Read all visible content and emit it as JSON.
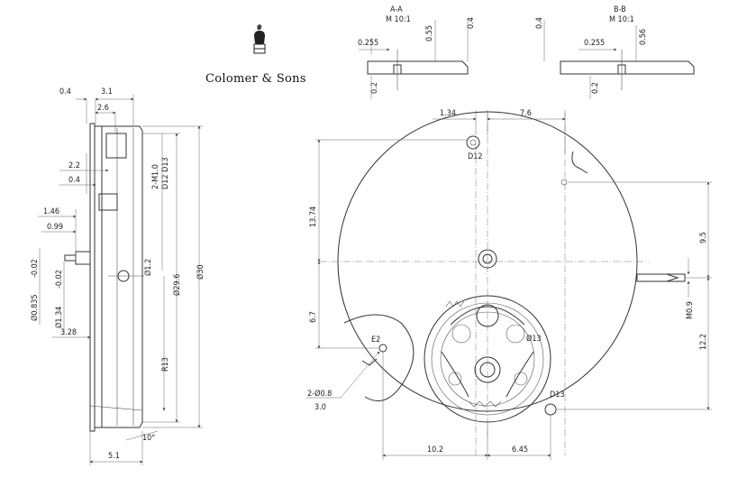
{
  "brand": {
    "name": "Colomer & Sons",
    "logo_icon": "crest-bell-icon"
  },
  "sections": {
    "aa": {
      "title": "A-A",
      "scale": "M 10:1",
      "dims": {
        "d1": "0.255",
        "d2": "0.55",
        "d3": "0.4",
        "d4": "0.2"
      }
    },
    "bb": {
      "title": "B-B",
      "scale": "M 10:1",
      "dims": {
        "d1": "0.255",
        "d2": "0.56",
        "d3": "0.4",
        "d4": "0.2"
      }
    }
  },
  "side_view": {
    "dims": {
      "t04": "0.4",
      "t31": "3.1",
      "t26": "2.6",
      "m10": "2-M1.0",
      "d13": "D12 D13",
      "t22": "2.2",
      "t04b": "0.4",
      "t146": "1.46",
      "t099": "0.99",
      "phi0835": "Ø0.835",
      "tol0835": "-0.02",
      "phi134": "Ø1.34",
      "tol134": "-0.02",
      "t328": "3.28",
      "phi12": "Ø1.2",
      "phi296": "Ø29.6",
      "phi30": "Ø30",
      "r13": "R13",
      "t51": "5.1",
      "angle10": "10°"
    }
  },
  "front_view": {
    "dims": {
      "t134": "1.34",
      "t76": "7.6",
      "d12": "D12",
      "t1374": "13.74",
      "t95": "9.5",
      "t67": "6.7",
      "m09": "M0.9",
      "t122": "12.2",
      "e2": "E2",
      "phi08": "2-Ø0.8",
      "depth30": "3.0",
      "d13": "Ø13",
      "d13b": "D13",
      "t102": "10.2",
      "t645": "6.45"
    }
  }
}
